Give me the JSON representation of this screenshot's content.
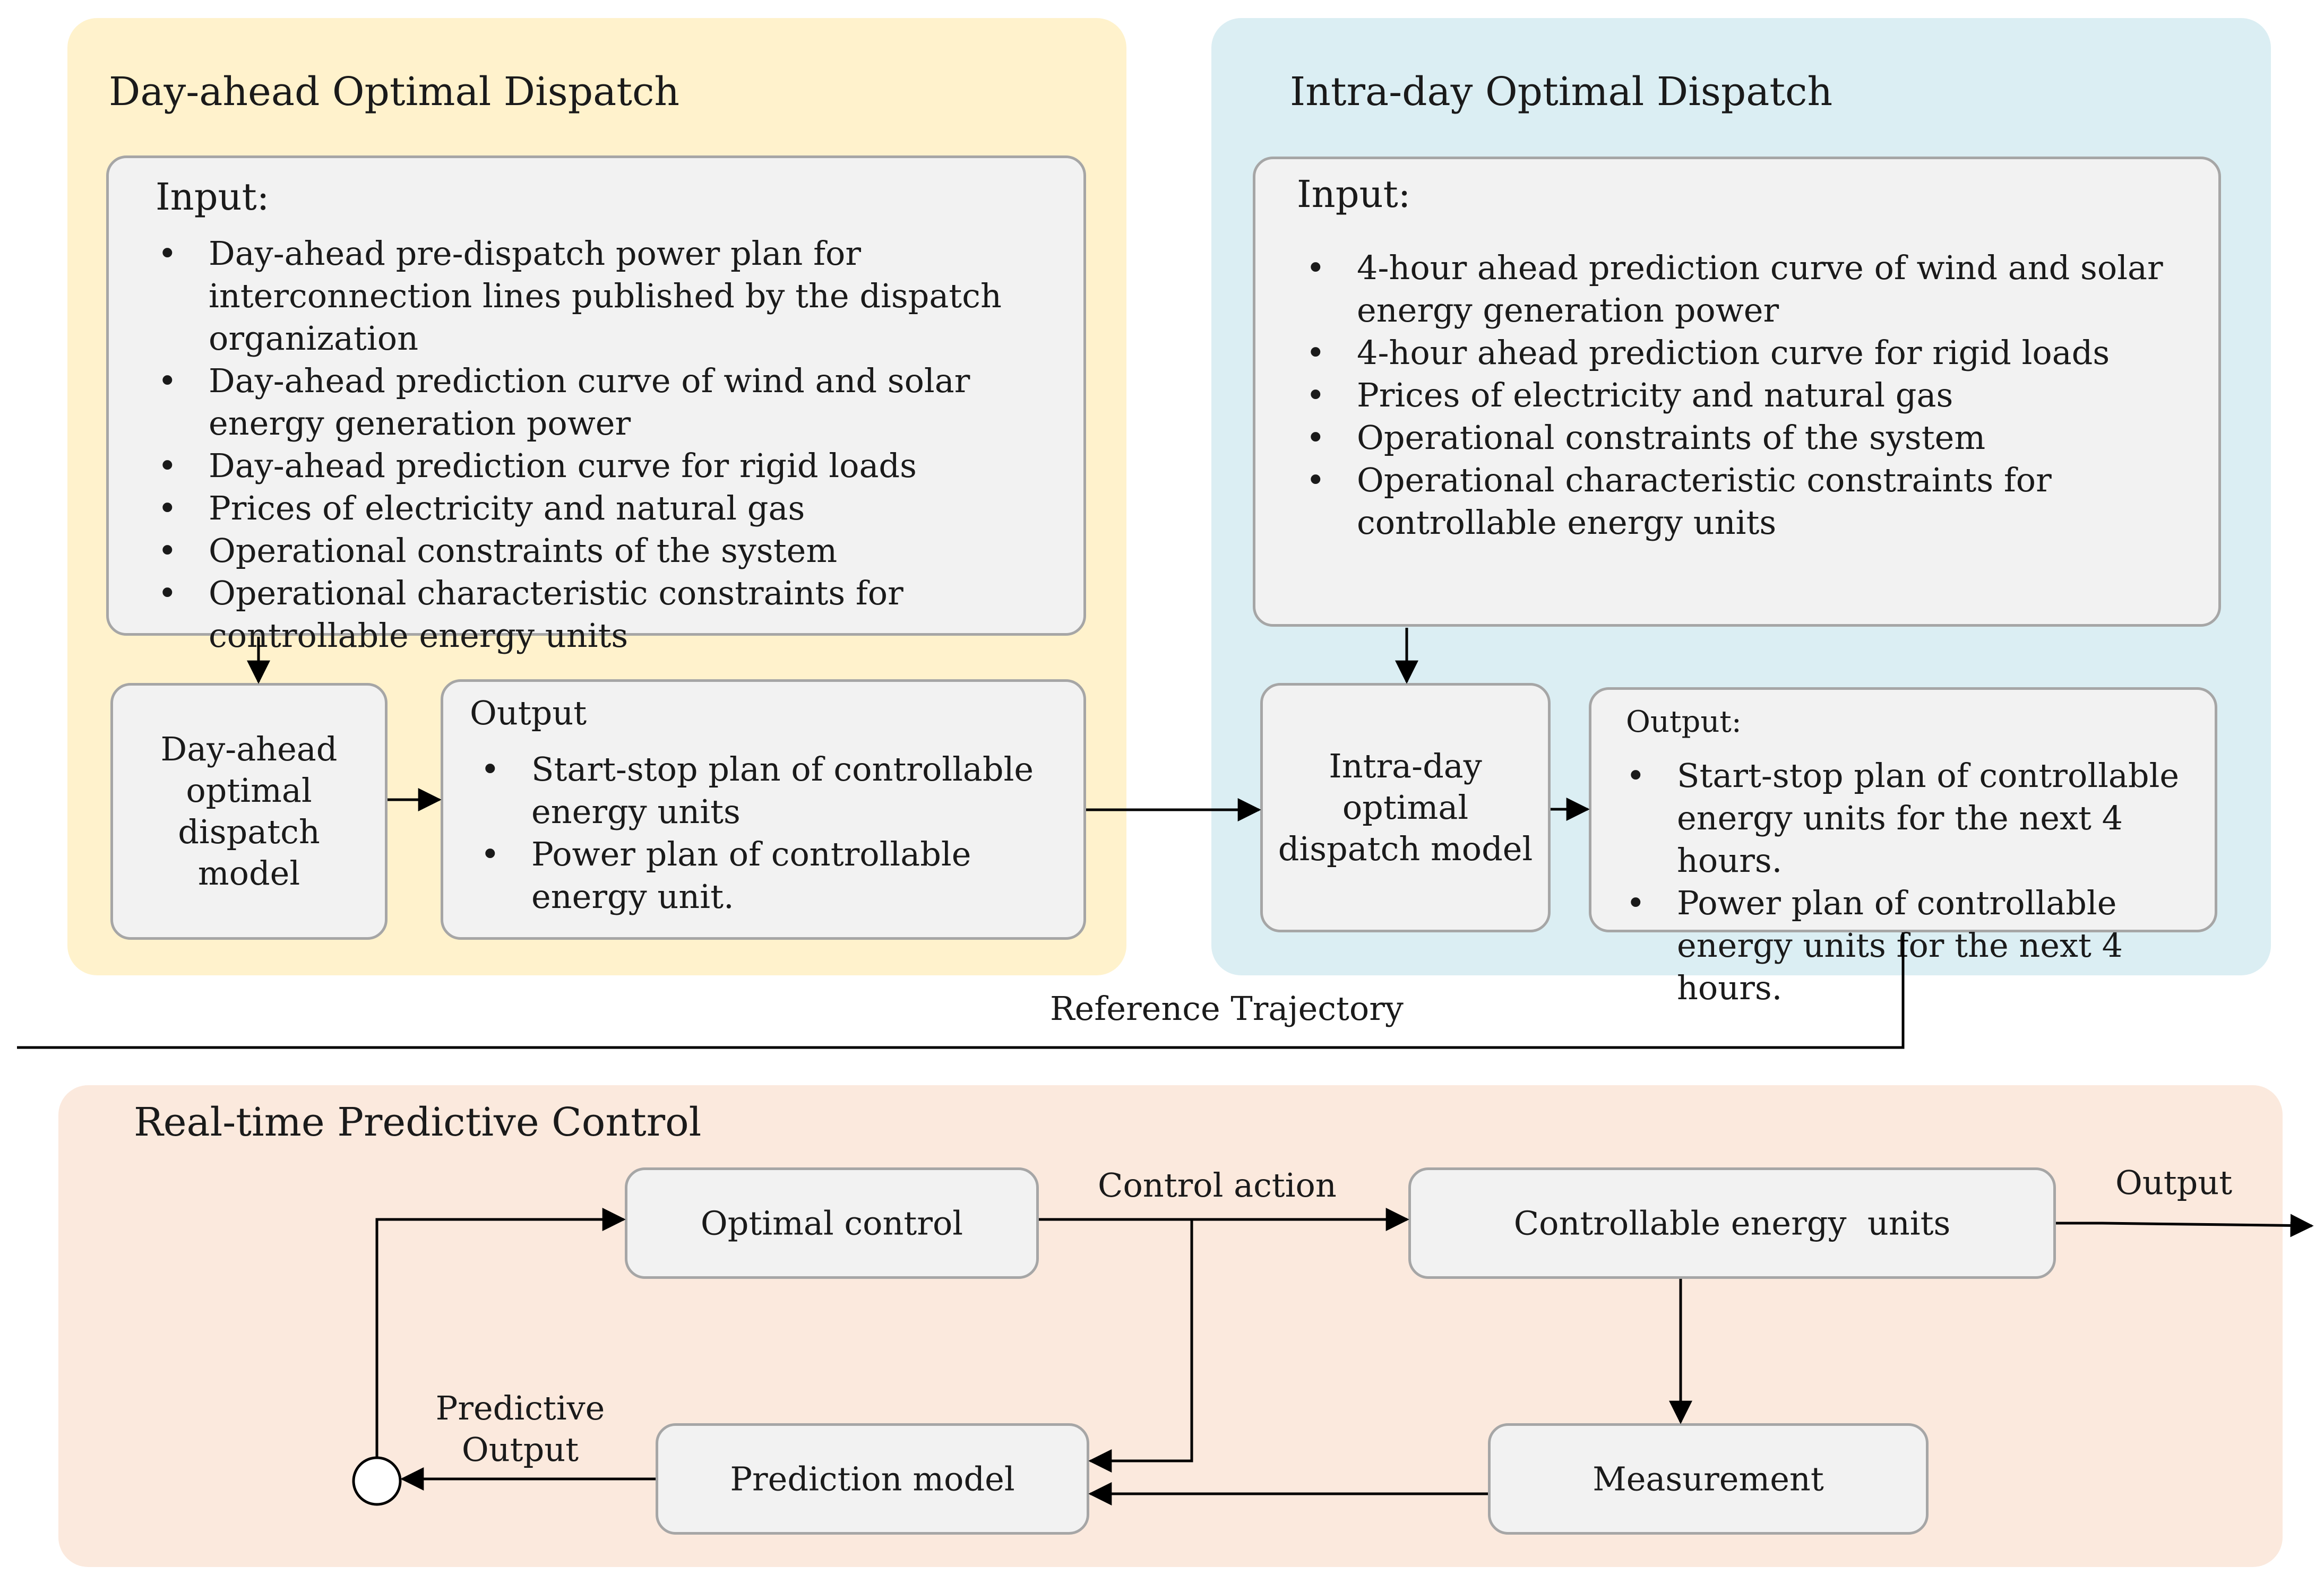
{
  "day_ahead": {
    "title": "Day-ahead Optimal Dispatch",
    "input_title": "Input:",
    "inputs": [
      "Day-ahead pre-dispatch power plan for interconnection lines published by the dispatch organization",
      "Day-ahead prediction curve of wind and solar energy generation power",
      "Day-ahead prediction curve for rigid loads",
      "Prices of electricity and natural gas",
      "Operational constraints of the system",
      "Operational characteristic constraints for controllable energy units"
    ],
    "model_label": "Day-ahead optimal dispatch model",
    "output_title": "Output",
    "outputs": [
      "Start-stop plan of controllable energy units",
      "Power plan of controllable energy unit."
    ]
  },
  "intra_day": {
    "title": "Intra-day Optimal Dispatch",
    "input_title": "Input:",
    "inputs": [
      "4-hour ahead prediction curve of wind and solar energy generation power",
      "4-hour ahead prediction curve for rigid loads",
      "Prices of electricity and natural gas",
      "Operational constraints of the system",
      "Operational characteristic constraints for controllable energy units"
    ],
    "model_label": "Intra-day optimal dispatch model",
    "output_title": "Output:",
    "outputs": [
      "Start-stop plan of controllable energy units for the next 4 hours.",
      "Power plan of controllable energy units for the next 4 hours."
    ]
  },
  "reference_label": "Reference Trajectory",
  "real_time": {
    "title": "Real-time Predictive Control",
    "optimal_control": "Optimal control",
    "controllable_units": "Controllable energy  units",
    "measurement": "Measurement",
    "prediction_model": "Prediction model",
    "control_action": "Control action",
    "output_label": "Output",
    "predictive_output": "Predictive Output"
  },
  "colors": {
    "day_ahead_bg": "#fff2cc",
    "intra_day_bg": "#dbeef3",
    "real_time_bg": "#fbe9dd",
    "box_bg": "#f2f2f2",
    "box_border": "#a6a6a6"
  }
}
